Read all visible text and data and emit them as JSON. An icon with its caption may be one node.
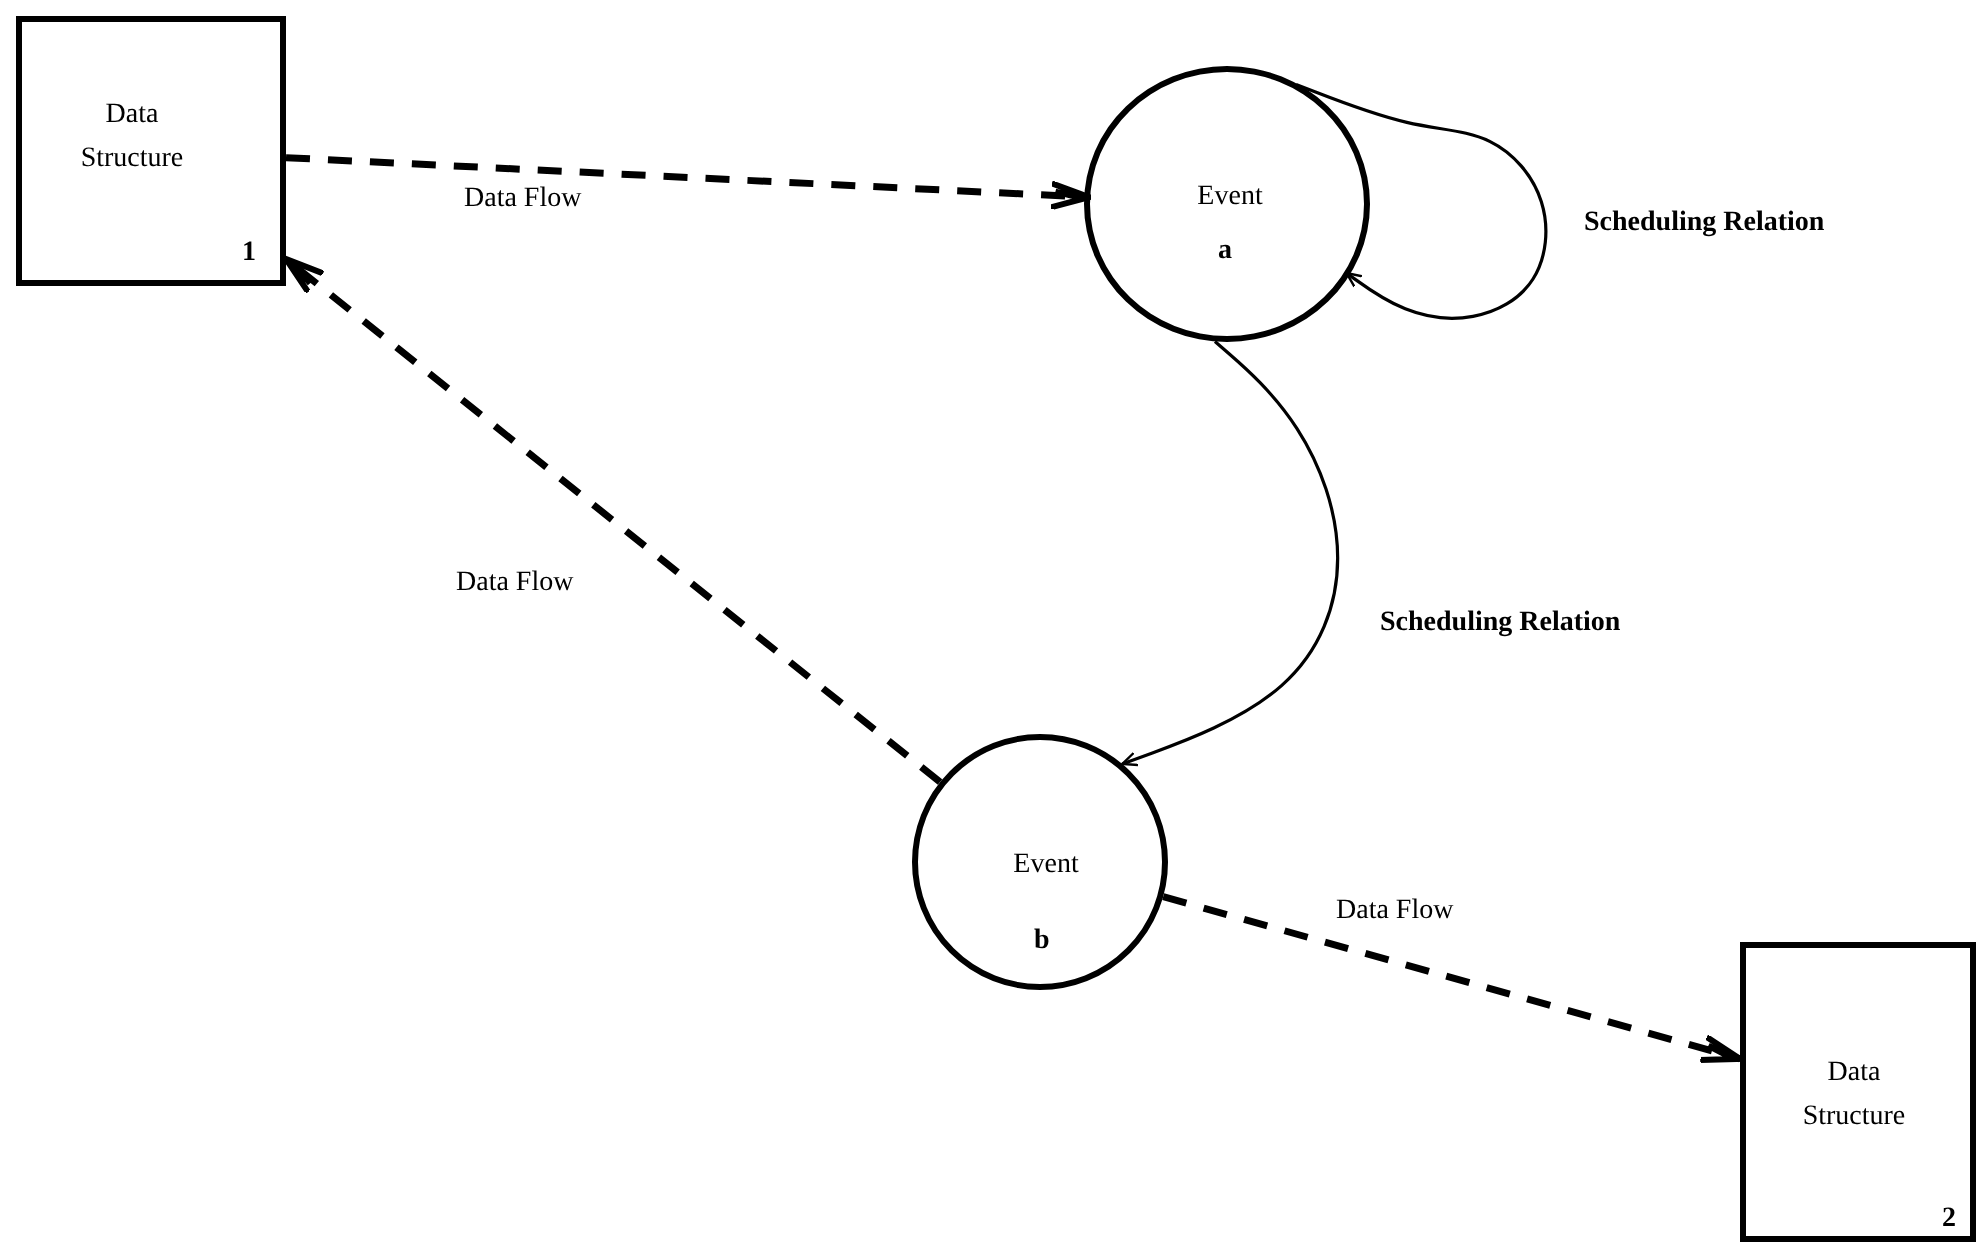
{
  "diagram": {
    "nodes": [
      {
        "text": [
          "Data Structure",
          "1"
        ]
      },
      {
        "text": [
          "Event",
          "a"
        ]
      },
      {
        "text": [
          "Event",
          "b"
        ]
      },
      {
        "text": [
          "Data Structure",
          "2"
        ]
      }
    ],
    "edges": [
      {
        "from": 0,
        "to": 1,
        "arrow": "to",
        "label": "Data Flow",
        "style": "dashed"
      },
      {
        "from": 2,
        "to": 0,
        "arrow": "to",
        "label": "Data Flow",
        "style": "dashed"
      },
      {
        "from": 2,
        "to": 3,
        "arrow": "to",
        "label": "Data Flow",
        "style": "dashed"
      },
      {
        "from": 1,
        "to": 1,
        "arrow": "to",
        "label": "Scheduling Relation"
      },
      {
        "from": 1,
        "to": 2,
        "arrow": "to",
        "label": "Scheduling Relation"
      }
    ]
  }
}
